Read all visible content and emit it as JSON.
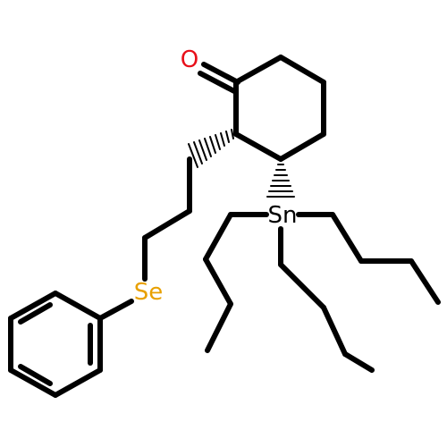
{
  "molecule": {
    "atoms": {
      "oxygen": {
        "label": "O",
        "color": "#e8101a"
      },
      "selenium": {
        "label": "Se",
        "color": "#e8a000"
      },
      "tin": {
        "label": "Sn",
        "color": "#000000"
      }
    },
    "bond_color": "#000000",
    "background": "#ffffff"
  }
}
